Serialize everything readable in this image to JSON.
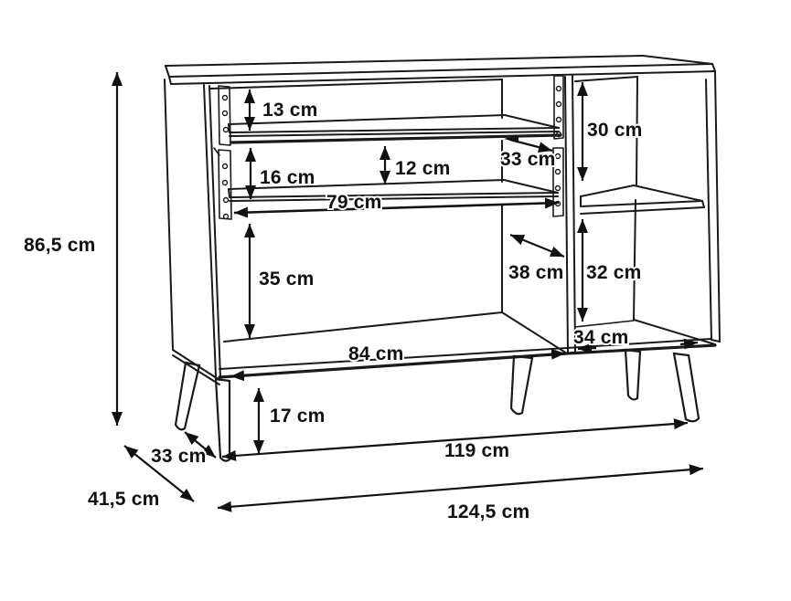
{
  "page": {
    "background_color": "#ffffff",
    "line_color": "#1a1a1a"
  },
  "diagram": {
    "type": "furniture-technical-drawing",
    "unit": "cm",
    "labels": {
      "overall_height": "86,5 cm",
      "top_compartment_height": "13 cm",
      "second_compartment_height": "16 cm",
      "shelf_clearance": "12 cm",
      "upper_shelf_depth": "33 cm",
      "right_upper_compartment_height": "30 cm",
      "shelf_width": "79 cm",
      "lower_compartment_height": "35 cm",
      "interior_depth": "38 cm",
      "right_lower_compartment_height": "32 cm",
      "left_compartment_width": "84 cm",
      "right_compartment_width": "34 cm",
      "leg_height": "17 cm",
      "leg_depth_spacing": "33 cm",
      "overall_depth": "41,5 cm",
      "leg_width_spacing": "119 cm",
      "overall_width": "124,5 cm"
    }
  }
}
